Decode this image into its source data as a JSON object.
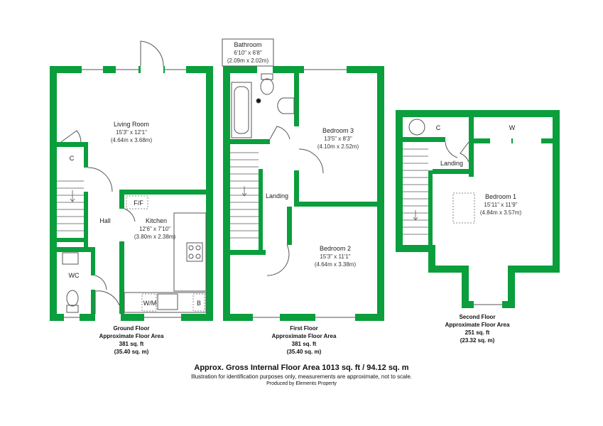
{
  "colors": {
    "wall": "#0a9e3c",
    "fixture": "#555555",
    "window": "#ffffff",
    "dashed": "#888888"
  },
  "ground_floor": {
    "rooms": {
      "living_room": {
        "name": "Living Room",
        "imperial": "15'3\" x 12'1\"",
        "metric": "(4.64m x 3.68m)"
      },
      "cupboard": {
        "name": "C"
      },
      "hall": {
        "name": "Hall"
      },
      "fridge_freezer": {
        "name": "F/F"
      },
      "kitchen": {
        "name": "Kitchen",
        "imperial": "12'6\" x 7'10\"",
        "metric": "(3.80m x 2.38m)"
      },
      "wc": {
        "name": "WC"
      },
      "washing_machine": {
        "name": "W/M"
      },
      "boiler": {
        "name": "B"
      }
    },
    "caption": {
      "title": "Ground Floor",
      "subtitle": "Approximate Floor Area",
      "imperial": "381 sq. ft",
      "metric": "(35.40 sq. m)"
    }
  },
  "first_floor": {
    "rooms": {
      "bathroom": {
        "name": "Bathroom",
        "imperial": "6'10\" x 6'8\"",
        "metric": "(2.09m x 2.02m)"
      },
      "bedroom3": {
        "name": "Bedroom 3",
        "imperial": "13'5\" x 8'3\"",
        "metric": "(4.10m x 2.52m)"
      },
      "landing": {
        "name": "Landing"
      },
      "bedroom2": {
        "name": "Bedroom 2",
        "imperial": "15'3\" x 11'1\"",
        "metric": "(4.64m x 3.38m)"
      }
    },
    "caption": {
      "title": "First Floor",
      "subtitle": "Approximate Floor Area",
      "imperial": "381 sq. ft",
      "metric": "(35.40 sq. m)"
    }
  },
  "second_floor": {
    "rooms": {
      "cupboard": {
        "name": "C"
      },
      "wardrobe": {
        "name": "W"
      },
      "landing": {
        "name": "Landing"
      },
      "bedroom1": {
        "name": "Bedroom 1",
        "imperial": "15'11\" x 11'9\"",
        "metric": "(4.84m x 3.57m)"
      }
    },
    "caption": {
      "title": "Second Floor",
      "subtitle": "Approximate Floor Area",
      "imperial": "251 sq. ft",
      "metric": "(23.32 sq. m)"
    }
  },
  "footer": {
    "title": "Approx. Gross Internal Floor Area 1013 sq. ft / 94.12 sq. m",
    "disclaimer": "Illustration for identification purposes only, measurements are approximate, not to scale.",
    "producer": "Produced by Elements Property"
  }
}
